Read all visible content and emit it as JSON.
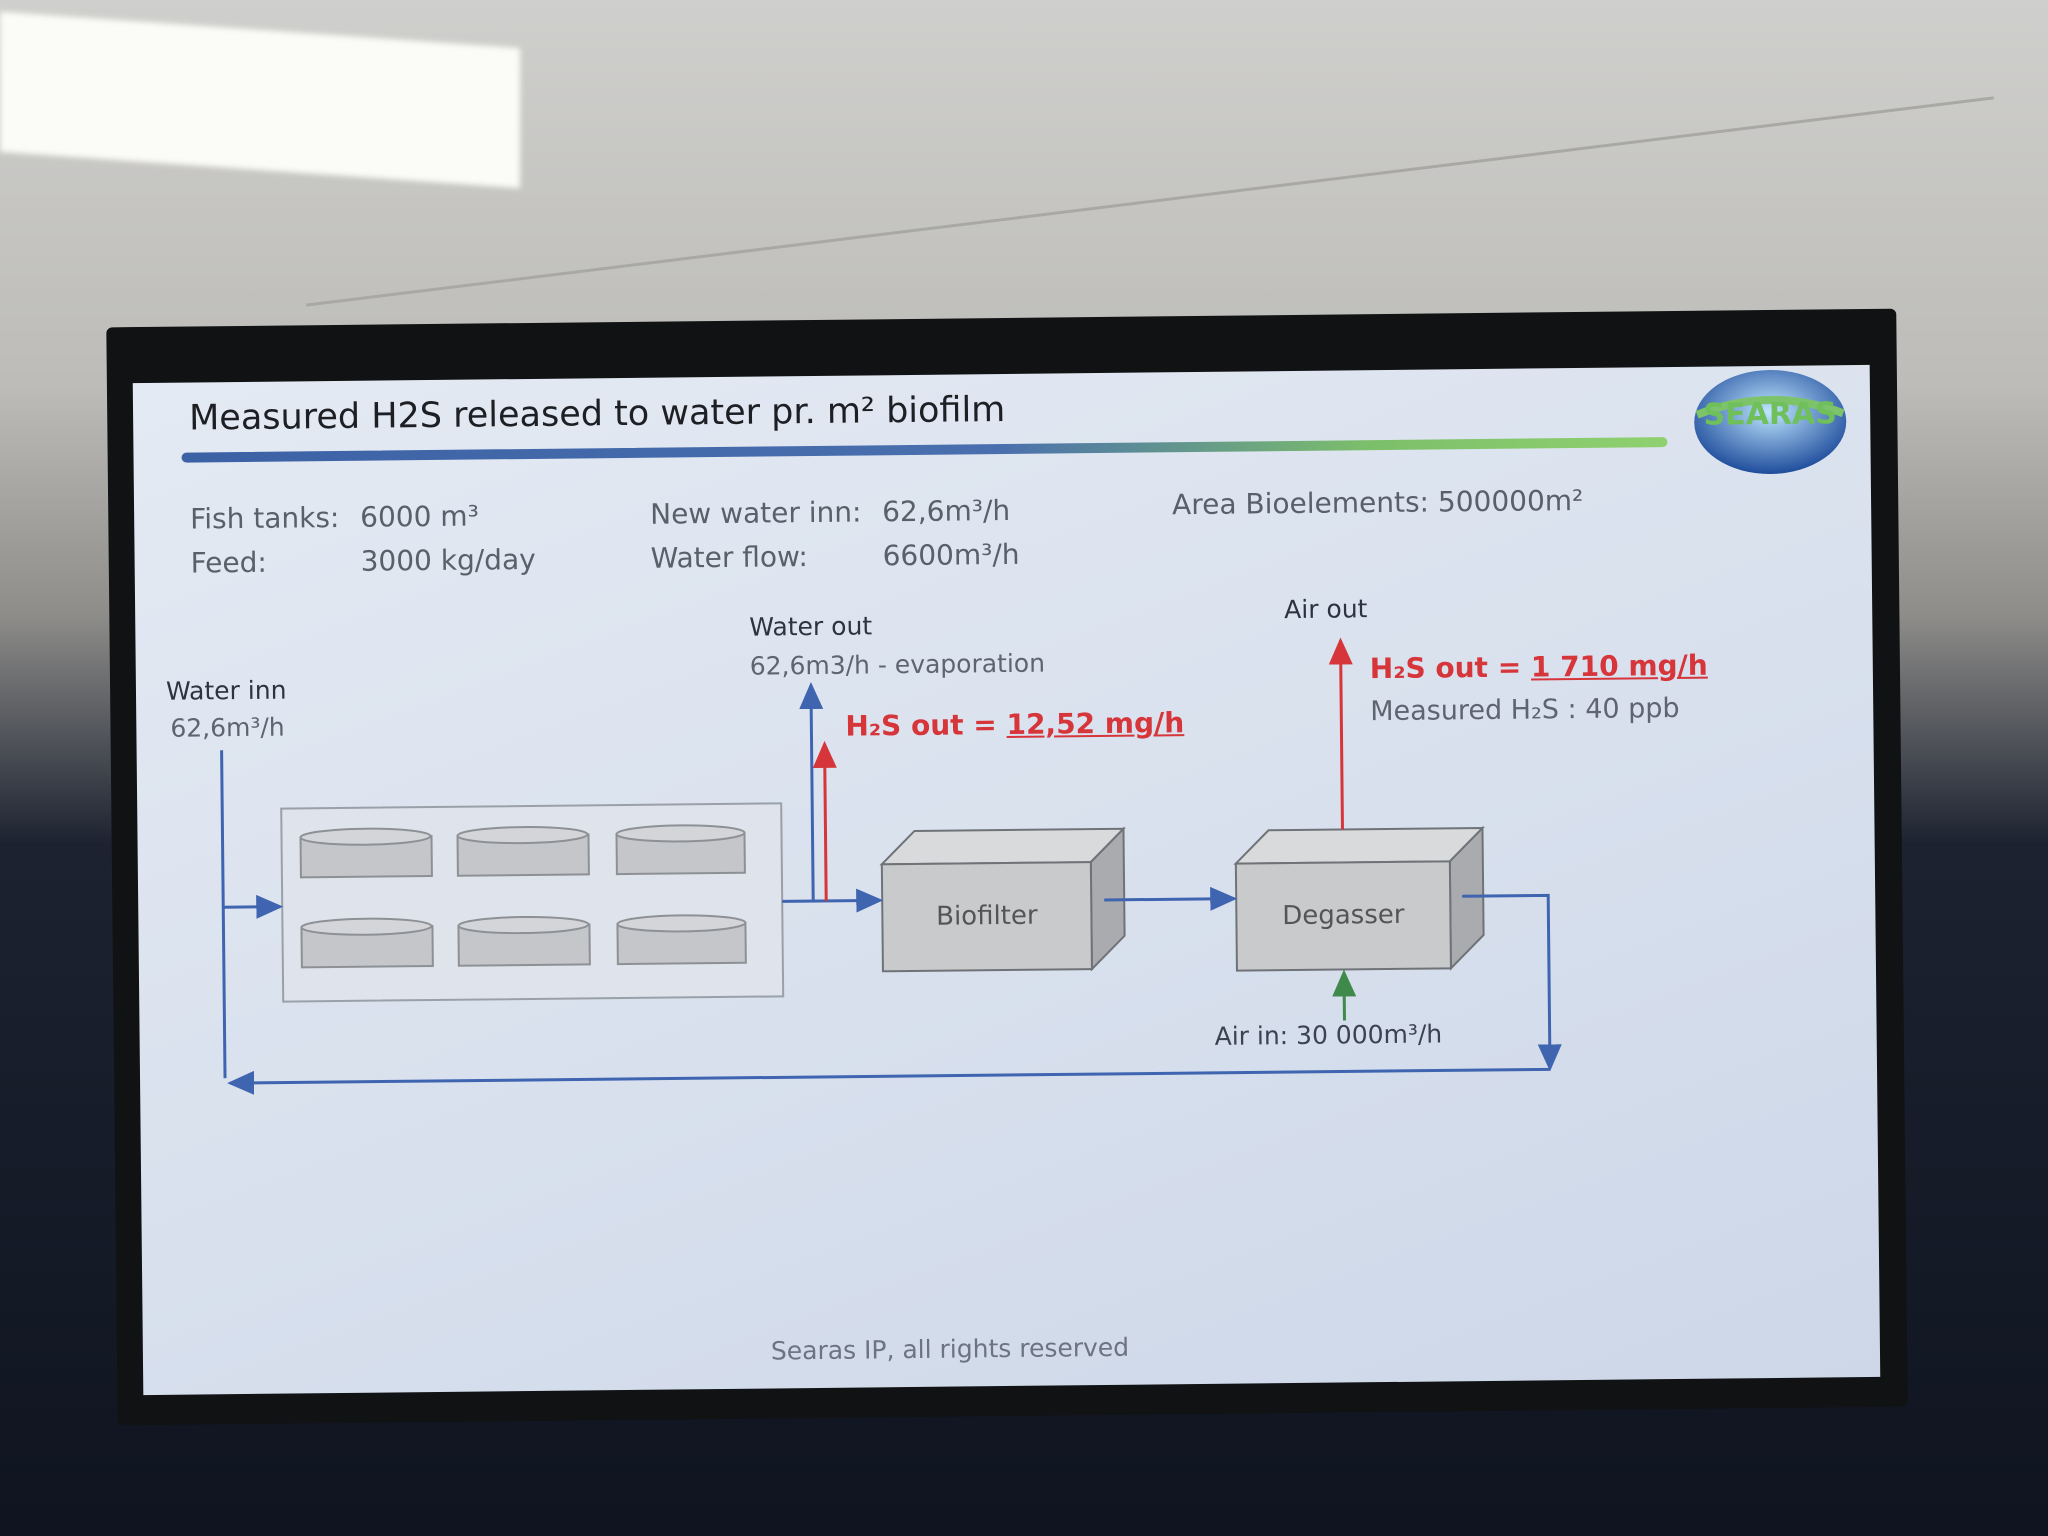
{
  "slide": {
    "title": "Measured H2S released to water pr. m² biofilm",
    "logo_text": "SEARAS",
    "info": {
      "fish_tanks_label": "Fish tanks:",
      "fish_tanks_value": "6000 m³",
      "feed_label": "Feed:",
      "feed_value": "3000 kg/day",
      "new_water_label": "New water inn:",
      "new_water_value": "62,6m³/h",
      "water_flow_label": "Water flow:",
      "water_flow_value": "6600m³/h",
      "area_bioelements": "Area Bioelements: 500000m²"
    },
    "diagram": {
      "water_inn_label": "Water inn",
      "water_inn_value": "62,6m³/h",
      "water_out_label": "Water out",
      "water_out_value": "62,6m3/h - evaporation",
      "h2s_water_prefix": "H₂S out = ",
      "h2s_water_value": "12,52 mg/h",
      "air_out_label": "Air out",
      "h2s_air_prefix": "H₂S out = ",
      "h2s_air_value": "1 710 mg/h",
      "measured_h2s": "Measured H₂S : 40 ppb",
      "biofilter": "Biofilter",
      "degasser": "Degasser",
      "air_in": "Air in: 30 000m³/h"
    },
    "footer": "Searas IP, all rights reserved",
    "colors": {
      "flow": "#3f64b0",
      "h2s": "#d6353a",
      "air_in": "#3f8a4a"
    }
  }
}
